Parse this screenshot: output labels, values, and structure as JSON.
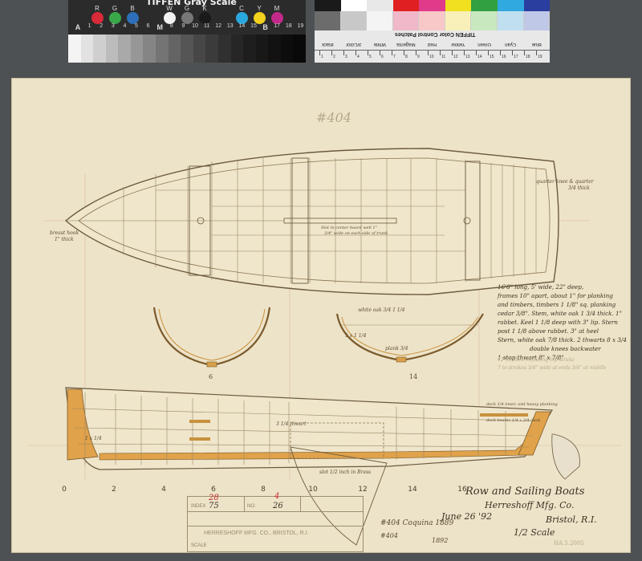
{
  "gray_card": {
    "brand": "TIFFEN Gray Scale",
    "color_letters": [
      "R",
      "G",
      "B",
      "W",
      "G",
      "K",
      "C",
      "Y",
      "M"
    ],
    "color_patches": [
      "#d92a3a",
      "#3aa84a",
      "#2d6fb8",
      "#f2f2f2",
      "#777777",
      "#1a1a1a",
      "#2aa9e0",
      "#f2d21c",
      "#c22a8a"
    ],
    "numbers": [
      "A",
      "1",
      "2",
      "3",
      "4",
      "5",
      "6",
      "M",
      "8",
      "9",
      "10",
      "11",
      "12",
      "13",
      "14",
      "15",
      "B",
      "17",
      "18",
      "19"
    ],
    "gray_steps": [
      "#f4f4f4",
      "#e2e2e2",
      "#cfcfcf",
      "#bcbcbc",
      "#a9a9a9",
      "#979797",
      "#858585",
      "#747474",
      "#646464",
      "#555555",
      "#474747",
      "#3b3b3b",
      "#303030",
      "#262626",
      "#1e1e1e",
      "#181818",
      "#121212",
      "#0d0d0d",
      "#090909"
    ]
  },
  "color_card": {
    "title": "TIFFEN Color Control Patches",
    "top_swatches": [
      "#1a1a1a",
      "#ffffff",
      "#e8e8e8",
      "#e02020",
      "#e03a8a",
      "#f0e020",
      "#30a040",
      "#30a8e0",
      "#2a3ea0"
    ],
    "mid_swatches": [
      "#6c6c6c",
      "#c8c8c8",
      "#f4f4f4",
      "#f0b8c8",
      "#f8c8c8",
      "#f8f0b8",
      "#c8e8c0",
      "#c0e0f0",
      "#c0c8e8"
    ],
    "labels": [
      "Blue",
      "Cyan",
      "Green",
      "Yellow",
      "Red",
      "Magenta",
      "White",
      "3/Color",
      "Black"
    ],
    "ruler_numbers": [
      "1",
      "2",
      "3",
      "4",
      "5",
      "6",
      "7",
      "8",
      "9",
      "10",
      "11",
      "12",
      "13",
      "14",
      "15",
      "16",
      "17",
      "18",
      "19"
    ]
  },
  "drawing": {
    "plan_number": "#404",
    "note_breast_hook": "breast hook",
    "note_breast_hook_2": "1\" thick",
    "note_quarter_knee": "quarter knee & quarter",
    "note_quarter_knee_2": "3/4 thick",
    "note_slot": "Slot in center board well 1\"",
    "note_slot_2": "3/4\" wide on each side of trunk",
    "spec_lines": [
      "16'8\" long, 5' wide, 22\" deep,",
      "frames 10\" apart, about 1\" for planking",
      "and timbers, timbers 1 1/8\" sq. planking",
      "cedar 3/8\". Stem, white oak 1 3/4 thick. 1\"",
      "rabbet. Keel 1 1/8 deep with 3\" lip. Stern",
      "post 1 1/8 above rabbet. 3\" at heel",
      "Stern, white oak 7/8 thick. 2 thwarts 8 x 3/4",
      "double knees backwater",
      "1 stop thwart 8\" x 7/8\""
    ],
    "faint_lines": [
      "12 Strakes including top strake",
      "7 to strakes 3/4\" wide at ends 3/4\" at middle"
    ],
    "section_a_label": "6",
    "section_b_label": "14",
    "section_b_note_top": "white oak 3/4 1 1/4",
    "section_b_note_left": "1 x 1 1/4",
    "section_b_note_keel": "plank 3/4",
    "profile_note_thwart": "3 1/4 thwart",
    "profile_note_deck": "deck 1/4 inner, and heavy planking",
    "profile_note_beams": "deck beams 1/4 x 3/4 deck",
    "profile_note_slot": "slot 1/2 inch in Brass",
    "profile_note_stem": "1 x 1/4",
    "stations": [
      "0",
      "2",
      "4",
      "6",
      "8",
      "10",
      "12",
      "14",
      "16"
    ],
    "title_1": "Row and Sailing Boats",
    "title_2": "Herreshoff Mfg. Co.",
    "title_date": "June 26 '92",
    "title_place": "Bristol, R.I.",
    "title_scale": "1/2 Scale",
    "caption_1": "#404 Coquina 1889",
    "caption_2": "#404",
    "caption_3": "1892",
    "archive_code": "HA.5.2005"
  },
  "title_block": {
    "red_1": "28",
    "red_2": "4",
    "hand_1": "75",
    "hand_2": "26",
    "company": "HERRESHOFF MFG. CO., BRISTOL, R.I.",
    "label_index": "INDEX",
    "label_no": "NO.",
    "label_scale": "SCALE"
  }
}
